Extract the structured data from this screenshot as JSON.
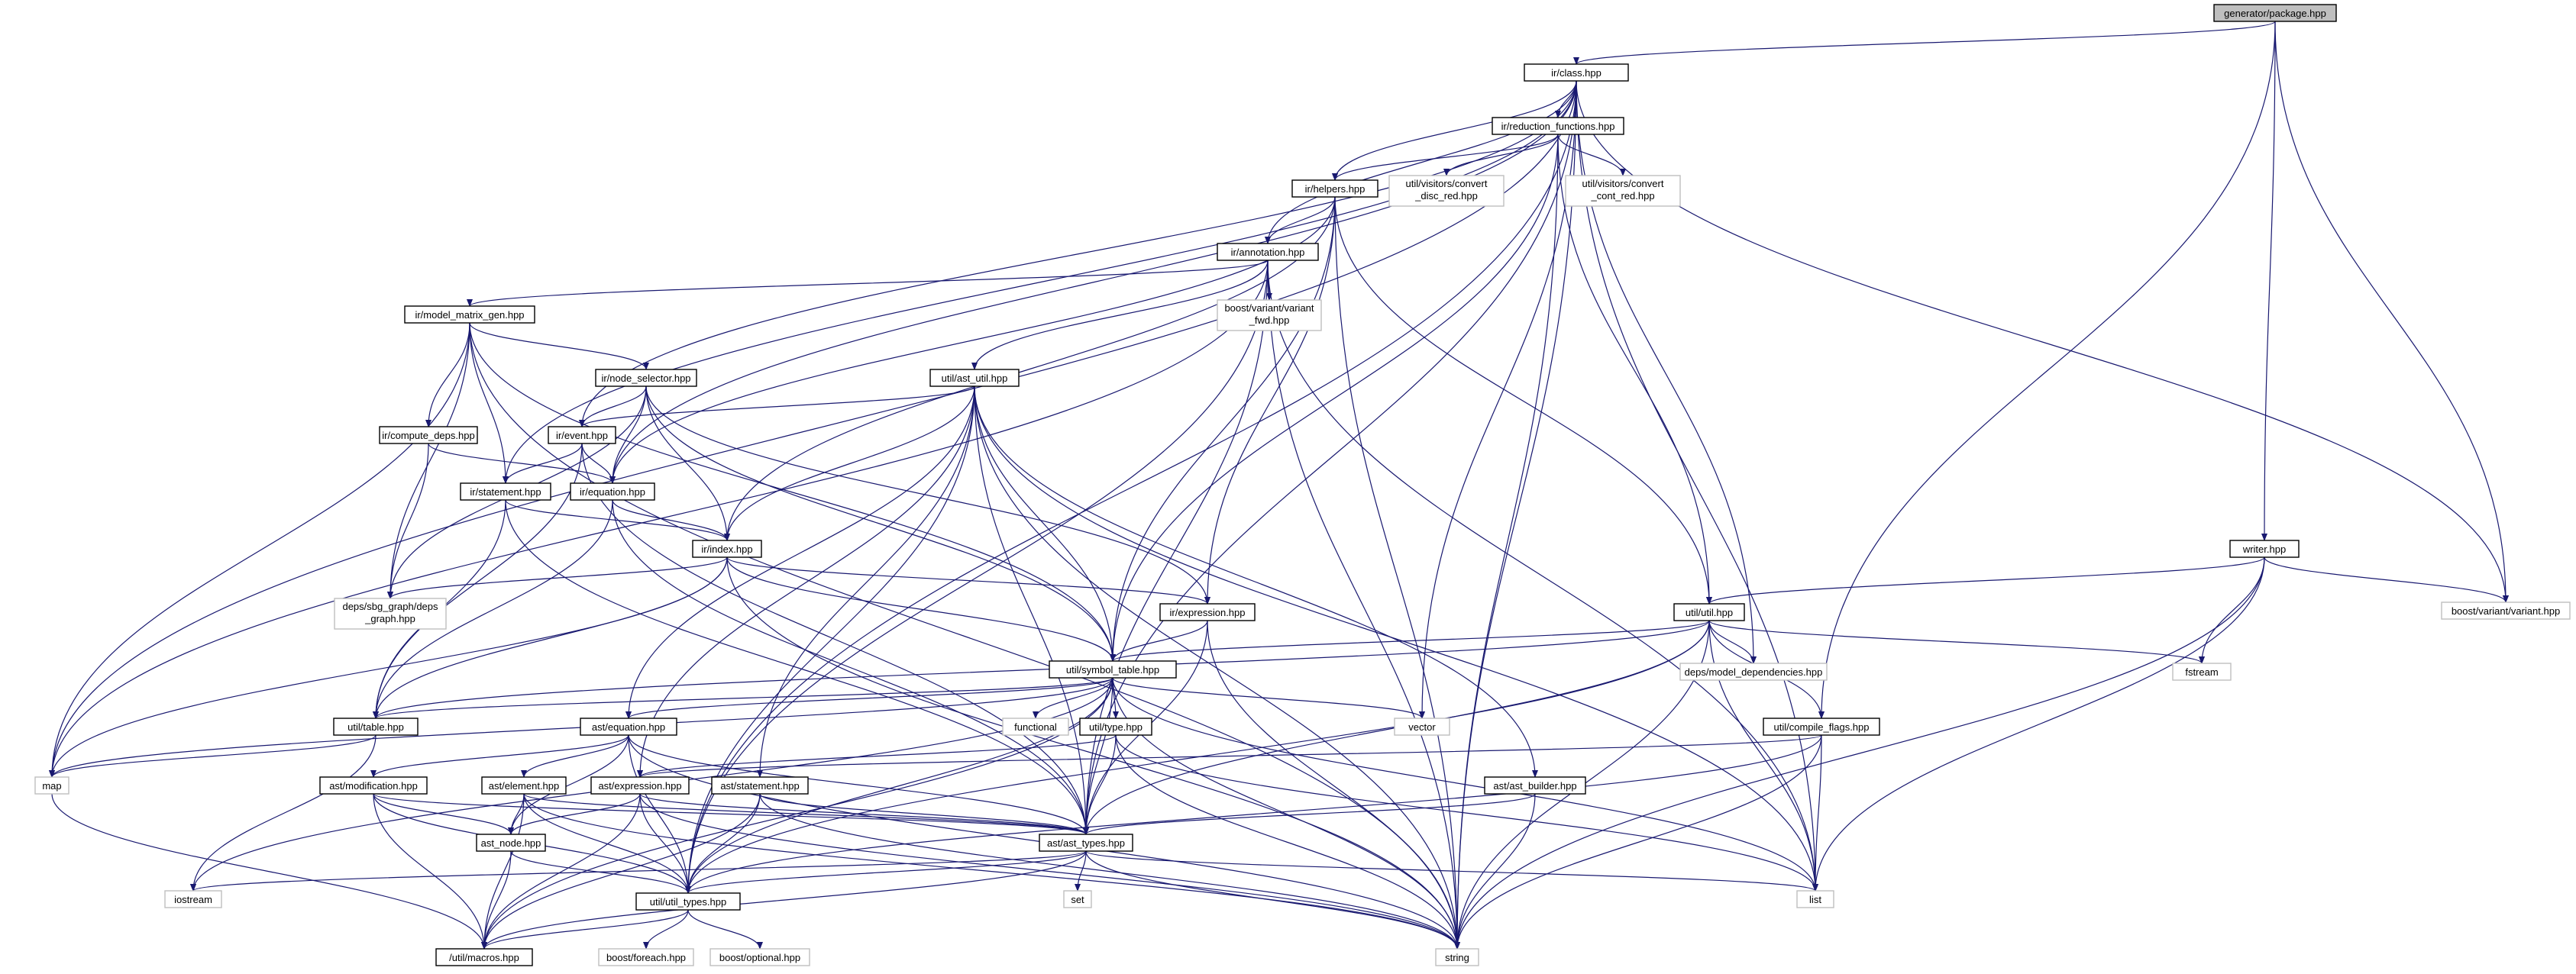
{
  "colors": {
    "edge": "#191970",
    "root_fill": "#bfbfbf",
    "external_border": "#bfbfbf",
    "node_border": "#000000"
  },
  "nodes": {
    "generator_package": "generator/package.hpp",
    "ir_class": "ir/class.hpp",
    "ir_reduction_functions": "ir/reduction_functions.hpp",
    "util_visitors_disc": [
      "util/visitors/convert",
      "_disc_red.hpp"
    ],
    "util_visitors_cont": [
      "util/visitors/convert",
      "_cont_red.hpp"
    ],
    "ir_helpers": "ir/helpers.hpp",
    "ir_annotation": "ir/annotation.hpp",
    "boost_variant_fwd": [
      "boost/variant/variant",
      "_fwd.hpp"
    ],
    "ir_model_matrix_gen": "ir/model_matrix_gen.hpp",
    "ir_node_selector": "ir/node_selector.hpp",
    "util_ast_util": "util/ast_util.hpp",
    "ir_compute_deps": "ir/compute_deps.hpp",
    "ir_event": "ir/event.hpp",
    "ir_statement": "ir/statement.hpp",
    "ir_equation": "ir/equation.hpp",
    "ir_index": "ir/index.hpp",
    "deps_sbg_graph": [
      "deps/sbg_graph/deps",
      "_graph.hpp"
    ],
    "writer": "writer.hpp",
    "boost_variant": "boost/variant/variant.hpp",
    "util_util": "util/util.hpp",
    "ir_expression": "ir/expression.hpp",
    "util_symbol_table": "util/symbol_table.hpp",
    "deps_model_dependencies": "deps/model_dependencies.hpp",
    "fstream": "fstream",
    "util_table": "util/table.hpp",
    "functional": "functional",
    "vector": "vector",
    "ast_equation": "ast/equation.hpp",
    "util_type": "util/type.hpp",
    "util_compile_flags": "util/compile_flags.hpp",
    "map": "map",
    "ast_modification": "ast/modification.hpp",
    "ast_element": "ast/element.hpp",
    "ast_expression": "ast/expression.hpp",
    "ast_statement": "ast/statement.hpp",
    "ast_builder": "ast/ast_builder.hpp",
    "ast_types": "ast/ast_types.hpp",
    "ast_node": "ast_node.hpp",
    "iostream": "iostream",
    "set": "set",
    "list": "list",
    "util_util_types": "util/util_types.hpp",
    "util_macros": "/util/macros.hpp",
    "boost_foreach": "boost/foreach.hpp",
    "boost_optional": "boost/optional.hpp",
    "string": "string"
  }
}
